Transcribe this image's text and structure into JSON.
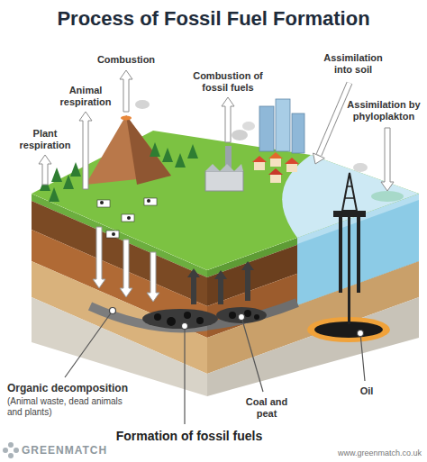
{
  "diagram": {
    "title": "Process of Fossil Fuel Formation",
    "labels": [
      "Combustion",
      "Animal respiration",
      "Plant respiration",
      "Combustion of fossil fuels",
      "Assimilation into soil",
      "Assimilation by phyloplakton",
      "Organic decomposition",
      "(Animal waste, dead animals and plants)",
      "Formation of fossil fuels",
      "Coal and peat",
      "Oil",
      "GREENMATCH",
      "www.greenmatch.co.uk"
    ]
  }
}
